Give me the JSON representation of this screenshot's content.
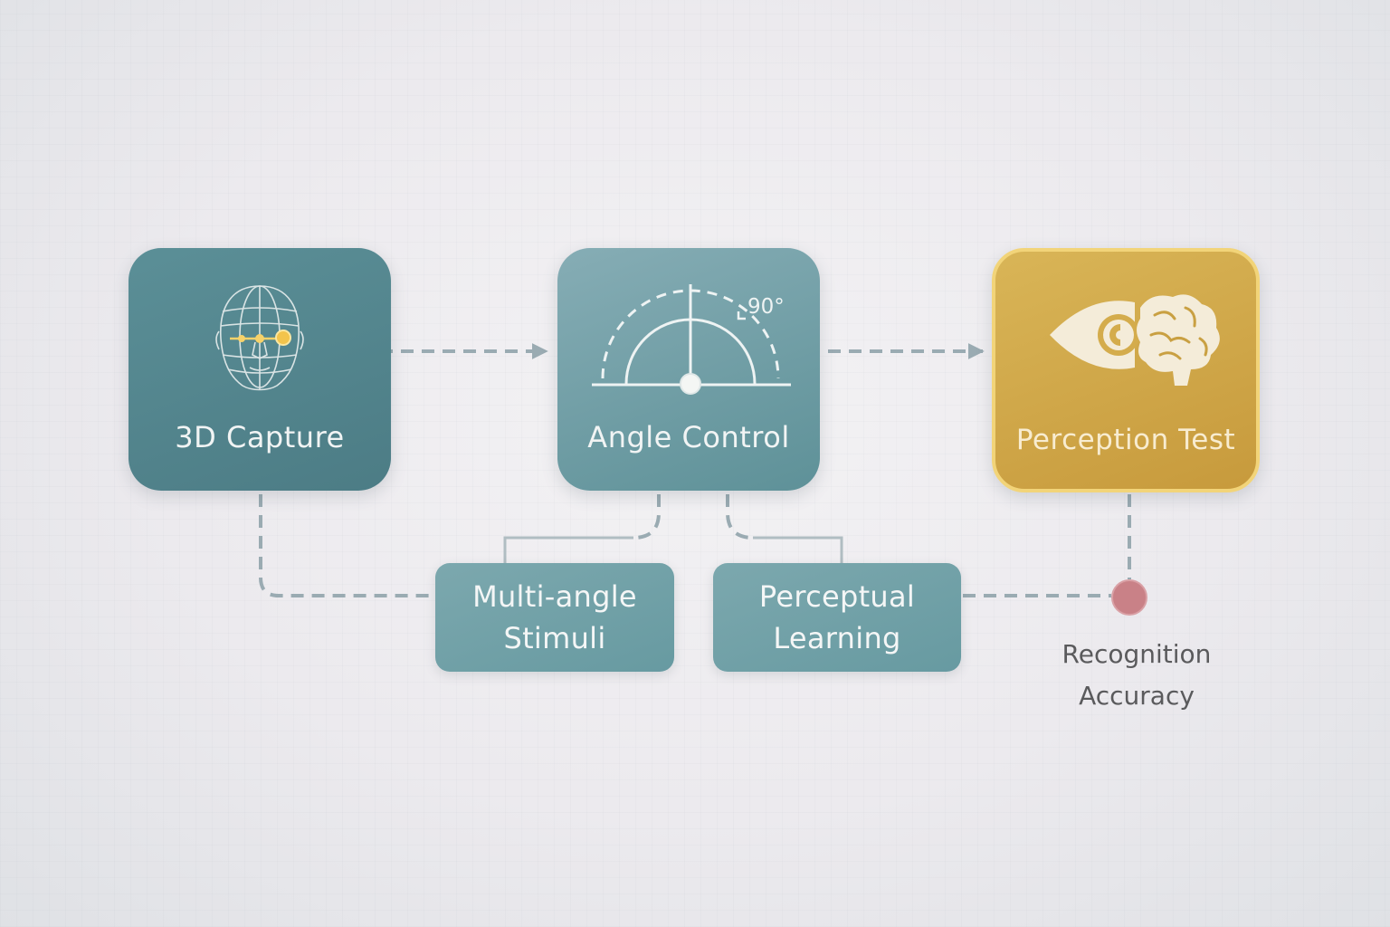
{
  "nodes": {
    "capture": {
      "label": "3D Capture"
    },
    "angle": {
      "label": "Angle Control",
      "angle_value": "90°"
    },
    "perception": {
      "label": "Perception Test"
    }
  },
  "subnodes": {
    "stimuli": {
      "line1": "Multi-angle",
      "line2": "Stimuli"
    },
    "learning": {
      "line1": "Perceptual",
      "line2": "Learning"
    }
  },
  "outcome": {
    "line1": "Recognition",
    "line2": "Accuracy"
  },
  "icons": {
    "capture": "face-wireframe-icon",
    "angle": "protractor-icon",
    "perception": "eye-brain-icon"
  },
  "colors": {
    "teal_dark": "#4c7c85",
    "teal_light": "#86adb5",
    "gold": "#d4ac4c",
    "gold_border": "#f2d479",
    "connector": "#9aabb2",
    "outcome_dot": "#c98187",
    "outcome_text": "#5a5a5c"
  }
}
